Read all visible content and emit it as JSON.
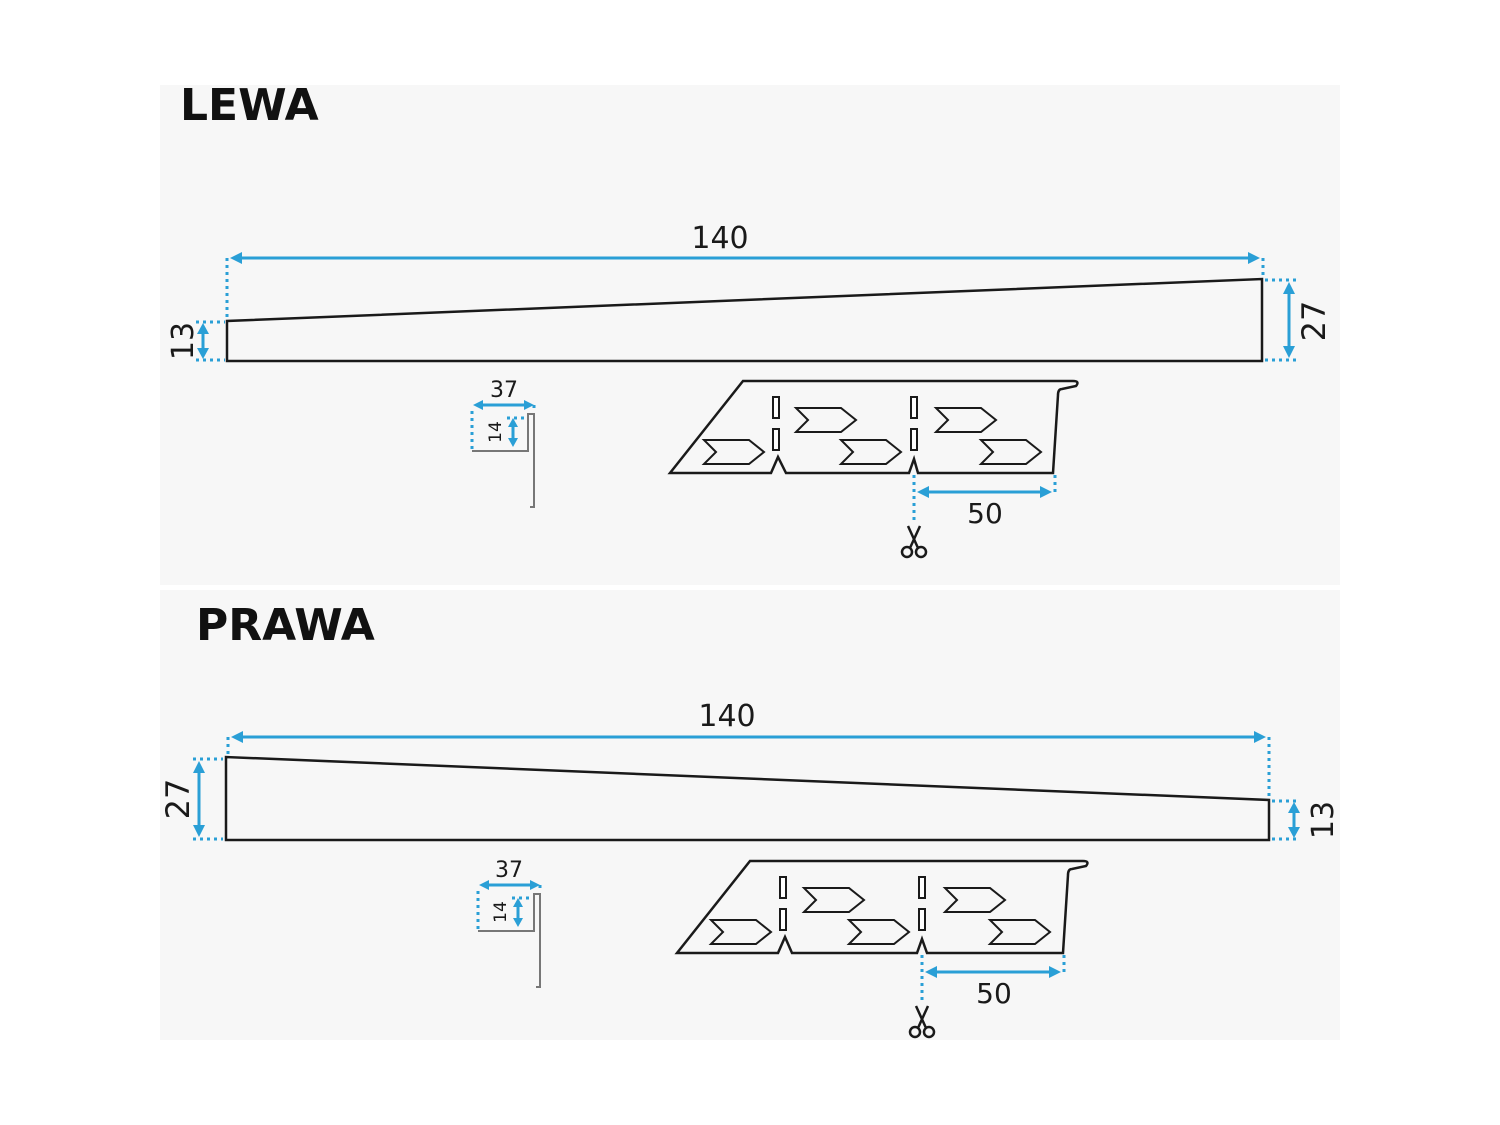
{
  "colors": {
    "dimension": "#2a9fd6",
    "outline": "#1a1a1a",
    "panel_background": "#f7f7f7"
  },
  "left_section": {
    "title": "LEWA",
    "length_label": "140",
    "left_height_label": "13",
    "right_height_label": "27",
    "profile_width_label": "37",
    "profile_height_label": "14",
    "cut_spacing_label": "50",
    "cut_icon": "scissors-icon"
  },
  "right_section": {
    "title": "PRAWA",
    "length_label": "140",
    "left_height_label": "27",
    "right_height_label": "13",
    "profile_width_label": "37",
    "profile_height_label": "14",
    "cut_spacing_label": "50",
    "cut_icon": "scissors-icon"
  }
}
